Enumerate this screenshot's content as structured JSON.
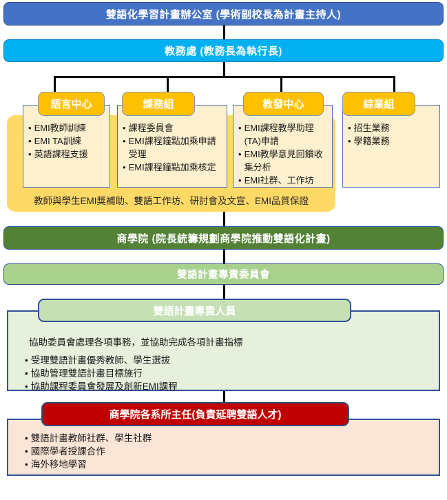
{
  "top": {
    "office_label": "雙語化學習計畫辦公室 (學術副校長為計畫主持人)",
    "academic_affairs_label": "教務處 (教務長為執行長)"
  },
  "units": [
    {
      "title": "語言中心",
      "items": [
        "EMI教師訓練",
        "EMI TA訓練",
        "英語課程支援"
      ]
    },
    {
      "title": "課務組",
      "items": [
        "課程委員會",
        "EMI課程鐘點加乘申請受理",
        "EMI課程鐘點加乘核定"
      ]
    },
    {
      "title": "教發中心",
      "items": [
        "EMI課程教學助理(TA)申請",
        "EMI教學意見回饋收集分析",
        "EMI社群、工作坊"
      ]
    },
    {
      "title": "綜業組",
      "items": [
        "招生業務",
        "學籍業務"
      ]
    }
  ],
  "banner": {
    "text": "教師與學生EMI獎補助、雙語工作坊、研討會及文宣、EMI品質保證"
  },
  "college": {
    "label": "商學院 (院長統籌規劃商學院推動雙語化計畫)"
  },
  "committee": {
    "label": "雙語計畫專責委員會"
  },
  "staff_panel": {
    "title": "雙語計畫專責人員",
    "intro": "協助委員會處理各項事務，並協助完成各項計畫指標",
    "items": [
      "受理雙語計畫優秀教師、學生選拔",
      "協助管理雙語計畫目標施行",
      "協助課程委員會發展及創新EMI課程"
    ]
  },
  "chairs_panel": {
    "title": "商學院各系所主任(負責延聘雙語人才)",
    "items": [
      "雙語計畫教師社群、學生社群",
      "國際學者授課合作",
      "海外移地學習"
    ]
  },
  "colors": {
    "office_blue": "#4472C4",
    "academic_cyan": "#00B0F0",
    "unit_orange": "#FFC000",
    "banner_gold": "#FFD966",
    "unit_cream": "#FDF0CE",
    "college_green": "#538135",
    "committee_green": "#A9D18E",
    "staff_header_green": "#C5E0B4",
    "staff_panel_green": "#E6F0DC",
    "chairs_red": "#C00000",
    "chairs_panel_peach": "#FBE5D6",
    "connector_black": "#000000"
  }
}
